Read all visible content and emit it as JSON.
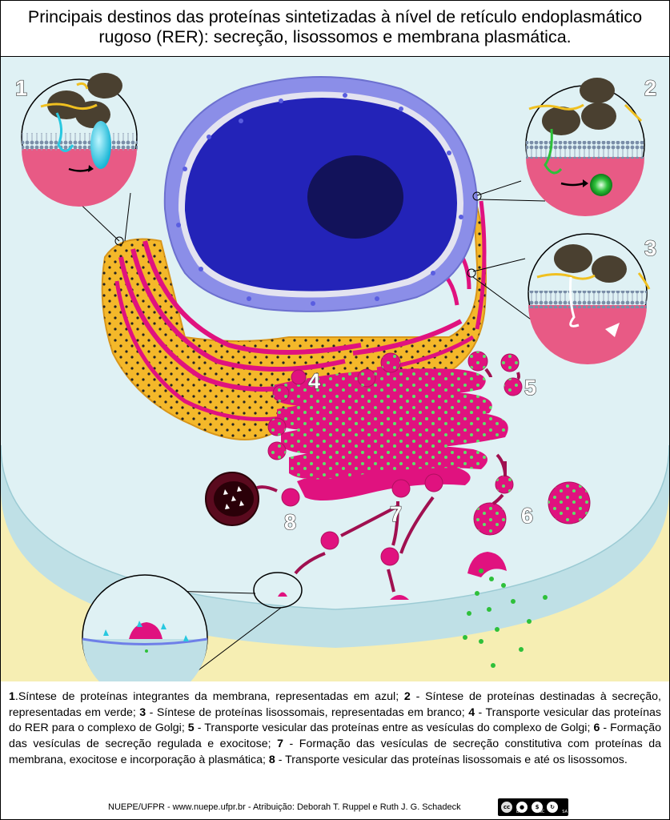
{
  "title": {
    "line1": "Principais destinos das proteínas sintetizadas à nível de retículo endoplasmático",
    "line2": "rugoso (RER): secreção, lisossomos e membrana plasmática."
  },
  "labels": [
    "1",
    "2",
    "3",
    "4",
    "5",
    "6",
    "7",
    "8"
  ],
  "caption": [
    {
      "n": "1",
      "t": ".Síntese de proteínas integrantes da membrana, representadas em azul; "
    },
    {
      "n": "2",
      "t": " - Síntese de proteínas destinadas à secreção, representadas em verde; "
    },
    {
      "n": "3",
      "t": " - Síntese de proteínas lisossomais, representadas em branco; "
    },
    {
      "n": "4",
      "t": " - Transporte vesicular das proteínas do RER para o complexo de Golgi; "
    },
    {
      "n": "5",
      "t": " - Transporte vesicular das proteínas entre as vesículas do complexo de Golgi; "
    },
    {
      "n": "6",
      "t": " - Formação das vesículas de secreção regulada e exocitose; "
    },
    {
      "n": "7",
      "t": " - Formação das vesículas de secreção constitutiva com proteínas da membrana, exocitose e incorporação à plasmática; "
    },
    {
      "n": "8",
      "t": " - Transporte vesicular das proteínas lisossomais e até os lisossomos."
    }
  ],
  "credit": "NUEPE/UFPR  -  www.nuepe.ufpr.br -  Atribuição:  Deborah T. Ruppel e Ruth J. G. Schadeck",
  "license": {
    "first": "cc",
    "labels": [
      "BY",
      "NC",
      "SA"
    ]
  },
  "colors": {
    "cytoplasm": "#dff1f4",
    "extracellular": "#f6eeb3",
    "membrane": "#bfe0e6",
    "nucleus": "#2323b8",
    "nuclear_envelope": "#8b8ee8",
    "rer": "#f4b82a",
    "golgi": "#e0127f",
    "lysosome": "#5a0a1e",
    "membrane_protein": "#28c8e0",
    "secretory_protein": "#2ec03a",
    "lysosomal_protein": "#ffffff"
  }
}
